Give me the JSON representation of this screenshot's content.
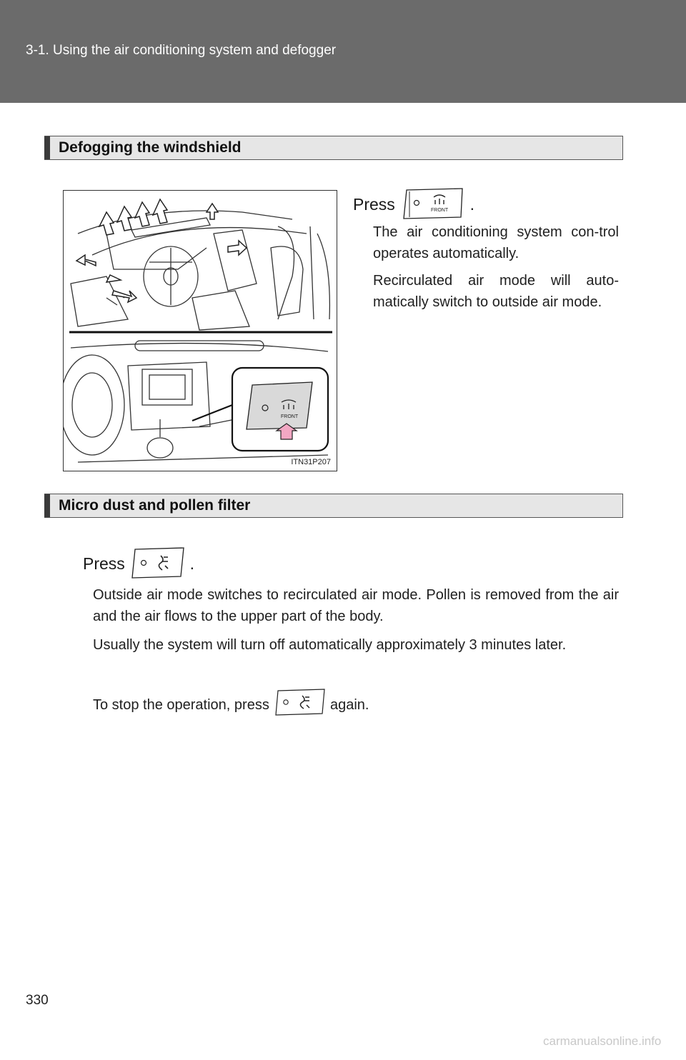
{
  "header": {
    "title": "3-1. Using the air conditioning system and defogger"
  },
  "section1": {
    "heading": "Defogging the windshield",
    "press_label": "Press",
    "press_end": ".",
    "button_text": "FRONT",
    "para1": "The air conditioning system con-trol operates automatically.",
    "para2": "Recirculated air mode will auto-matically switch to outside air mode.",
    "figure_code": "ITN31P207"
  },
  "section2": {
    "heading": "Micro dust and pollen filter",
    "press_label": "Press",
    "press_end": ".",
    "para1": "Outside air mode switches to recirculated air mode. Pollen is removed from the air and the air flows to the upper part of the body.",
    "para2": "Usually the system will turn off automatically approximately 3 minutes later.",
    "para3_before": "To stop the operation, press",
    "para3_after": "again."
  },
  "footer": {
    "page_number": "330",
    "watermark": "carmanualsonline.info"
  },
  "colors": {
    "header_bg": "#6b6b6b",
    "bar_bg": "#e6e6e6",
    "bar_tab": "#3a3a3a",
    "arrow_pink": "#f2a7c3"
  }
}
